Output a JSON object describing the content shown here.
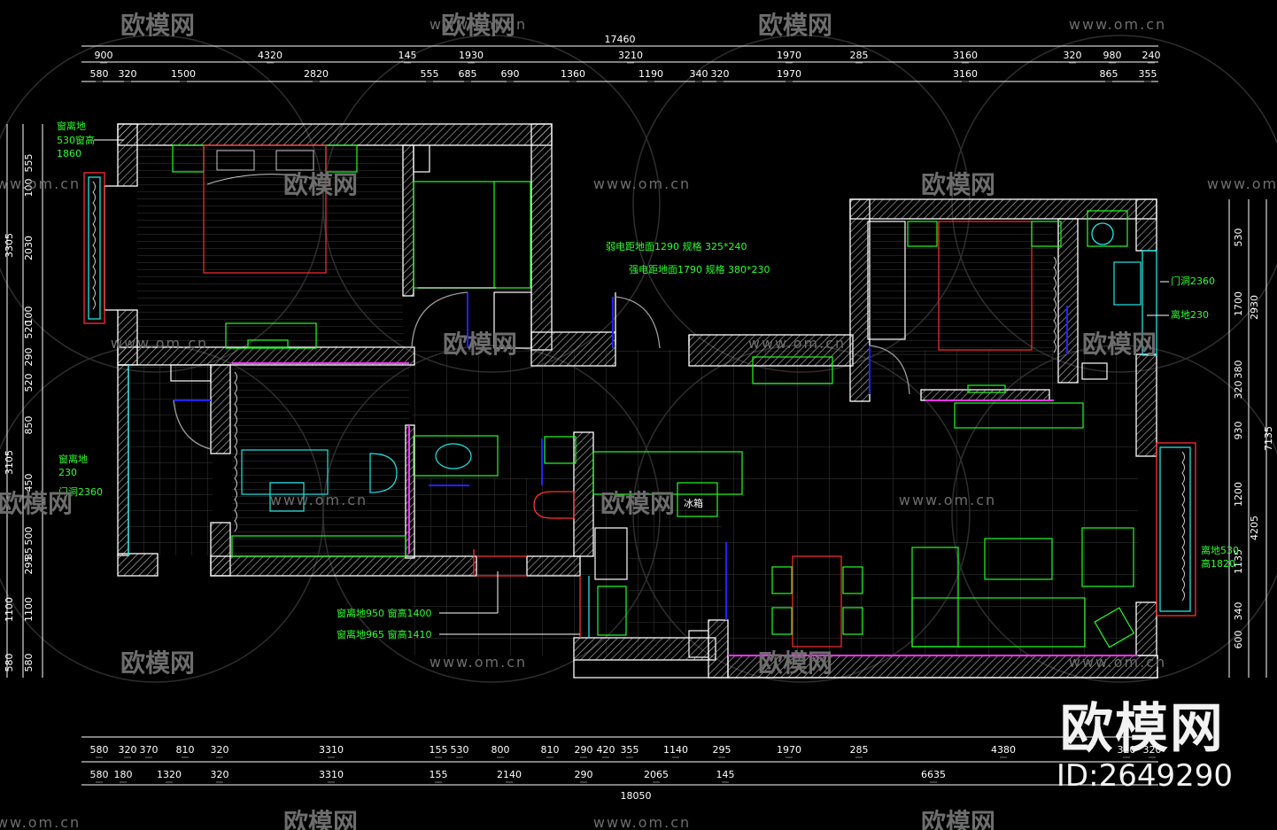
{
  "colors": {
    "background": "#000000",
    "wall": "#ffffff",
    "hatch": "#c9c9c9",
    "furniture": "#22ff22",
    "window": "#22e5e5",
    "door": "#2222ff",
    "accent": "#ff3030",
    "magenta": "#ff33ff",
    "dimension": "#ffffff",
    "note": "#2bff2b",
    "watermark": "#6d6d6d"
  },
  "watermark": {
    "logo_text": "欧模网",
    "url_text": "www.om.cn"
  },
  "brand": {
    "logo": "欧模网",
    "id_label": "ID:2649290"
  },
  "dimensions": {
    "top_total": "17460",
    "top_row1": [
      "900",
      "4320",
      "145",
      "1930",
      "3210",
      "1970",
      "285",
      "3160",
      "320",
      "980",
      "240"
    ],
    "top_row2": [
      "580",
      "320",
      "1500",
      "2820",
      "555",
      "685",
      "690",
      "1360",
      "1190",
      "340",
      "320",
      "1970",
      "3160",
      "865",
      "355"
    ],
    "bottom_row1": [
      "580",
      "320",
      "370",
      "810",
      "320",
      "3310",
      "155",
      "530",
      "800",
      "810",
      "290",
      "420",
      "355",
      "1140",
      "295",
      "1970",
      "285",
      "4380",
      "320",
      "320"
    ],
    "bottom_row2": [
      "580",
      "180",
      "1320",
      "320",
      "3310",
      "155",
      "2140",
      "290",
      "2065",
      "145",
      "6635"
    ],
    "bottom_total": "18050",
    "left_outer": [
      "3305",
      "3105",
      "1100",
      "580"
    ],
    "left_inner": [
      "555",
      "100",
      "2030",
      "100",
      "520",
      "290",
      "520",
      "850",
      "450",
      "500",
      "85",
      "295",
      "1100",
      "580"
    ],
    "right_inner": [
      "530",
      "1700",
      "380",
      "320",
      "930",
      "1200",
      "1135",
      "340",
      "600"
    ],
    "right_mid": [
      "2930",
      "4205"
    ],
    "right_outer": "7135"
  },
  "notes": {
    "win_label_a": "窗离地",
    "win_label_b": "530窗高",
    "win_label_c": "1860",
    "win_label_d": "窗离地",
    "win_label_e": "230",
    "door_hole_left": "门洞2360",
    "weak_elec": "弱电距地面1290 规格 325*240",
    "strong_elec": "强电距地面1790 规格 380*230",
    "door_hole_right": "门洞2360",
    "above_floor_right": "离地230",
    "right_win_a": "离地530",
    "right_win_b": "高1820",
    "win_bottom_a": "窗离地950 窗高1400",
    "win_bottom_b": "窗离地965 窗高1410",
    "fridge": "冰箱"
  }
}
